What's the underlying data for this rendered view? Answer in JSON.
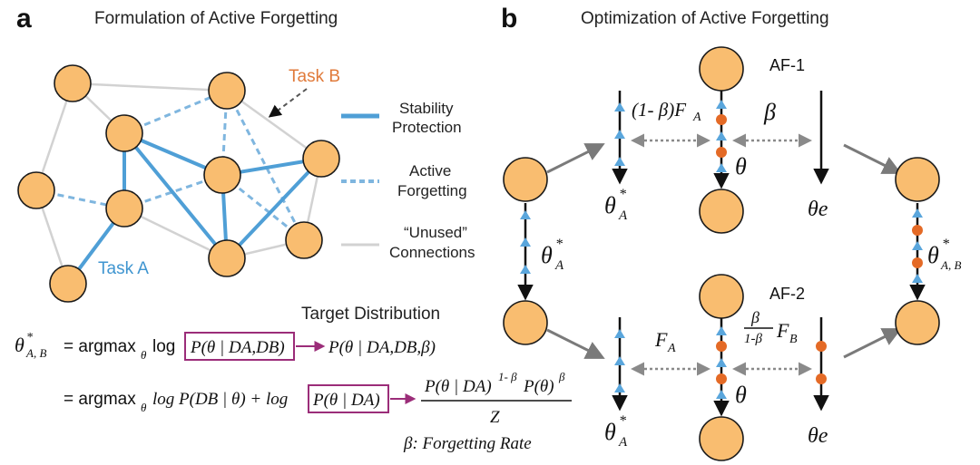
{
  "panel_a": {
    "letter": "a",
    "title": "Formulation of Active Forgetting",
    "task_b": "Task B",
    "task_a": "Task A",
    "legend": {
      "stability_1": "Stability",
      "stability_2": "Protection",
      "active_1": "Active",
      "active_2": "Forgetting",
      "unused_1": "“Unused”",
      "unused_2": "Connections"
    },
    "target_distribution": "Target Distribution",
    "eq1_lhs": "θ",
    "eq1_lhs_sup": "*",
    "eq1_lhs_sub": "A, B",
    "eq1_mid": "= argmax",
    "eq1_mid_sub": "θ",
    "eq1_log": "log",
    "eq1_box": "P(θ | DA,DB)",
    "eq1_rhs": "P(θ | DA,DB,β)",
    "eq2_mid": "= argmax",
    "eq2_mid_sub": "θ",
    "eq2_term": "log P(DB | θ) + log",
    "eq2_box": "P(θ | DA)",
    "eq2_num": "P(θ | DA)",
    "eq2_num_sup1": "1- β",
    "eq2_num_b": "P(θ)",
    "eq2_num_sup2": "β",
    "eq2_den": "Z",
    "forgetting_rate": "β: Forgetting Rate"
  },
  "panel_b": {
    "letter": "b",
    "title": "Optimization of Active Forgetting",
    "af1": "AF-1",
    "af2": "AF-2",
    "theta": "θ",
    "theta_e": "θe",
    "theta_a_star": "θ",
    "star": "*",
    "sub_a": "A",
    "sub_ab": "A, B",
    "beta": "β",
    "one_minus_beta_fa": "(1- β)F",
    "fa": "F",
    "fb": "F",
    "sub_b": "B",
    "frac_num": "β",
    "frac_den": "1-β"
  },
  "colors": {
    "node_fill": "#f9bd70",
    "node_stroke": "#1a1a1a",
    "stability": "#4f9fd6",
    "active": "#7fb6df",
    "unused": "#d2d2d2",
    "marker_orange": "#e46a26",
    "marker_blue": "#5aa6dc",
    "box": "#9b2d79",
    "dotted": "#8a8a8a",
    "gray_arrow": "#7a7a7a",
    "task_b": "#e07a3a",
    "task_a": "#3f95d0"
  }
}
